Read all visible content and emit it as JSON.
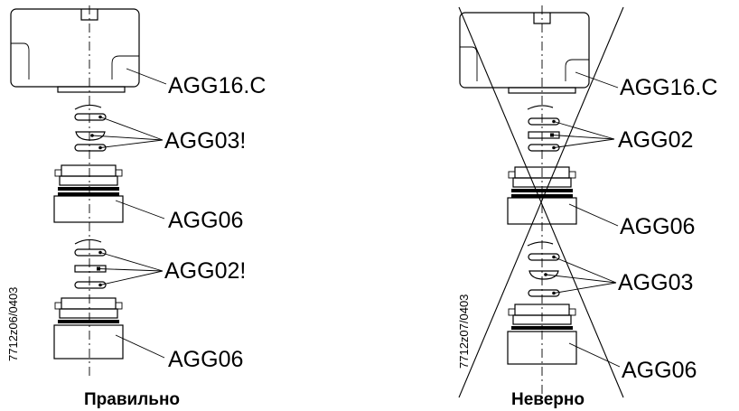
{
  "left": {
    "caption": "Правильно",
    "code": "7712z06/0403",
    "labels": {
      "cover": "AGG16.C",
      "rings1": "AGG03!",
      "mid": "AGG06",
      "rings2": "AGG02!",
      "bottom": "AGG06"
    }
  },
  "right": {
    "caption": "Неверно",
    "code": "7712z07/0403",
    "labels": {
      "cover": "AGG16.C",
      "rings1": "AGG02",
      "mid": "AGG06",
      "rings2": "AGG03",
      "bottom": "AGG06"
    }
  }
}
